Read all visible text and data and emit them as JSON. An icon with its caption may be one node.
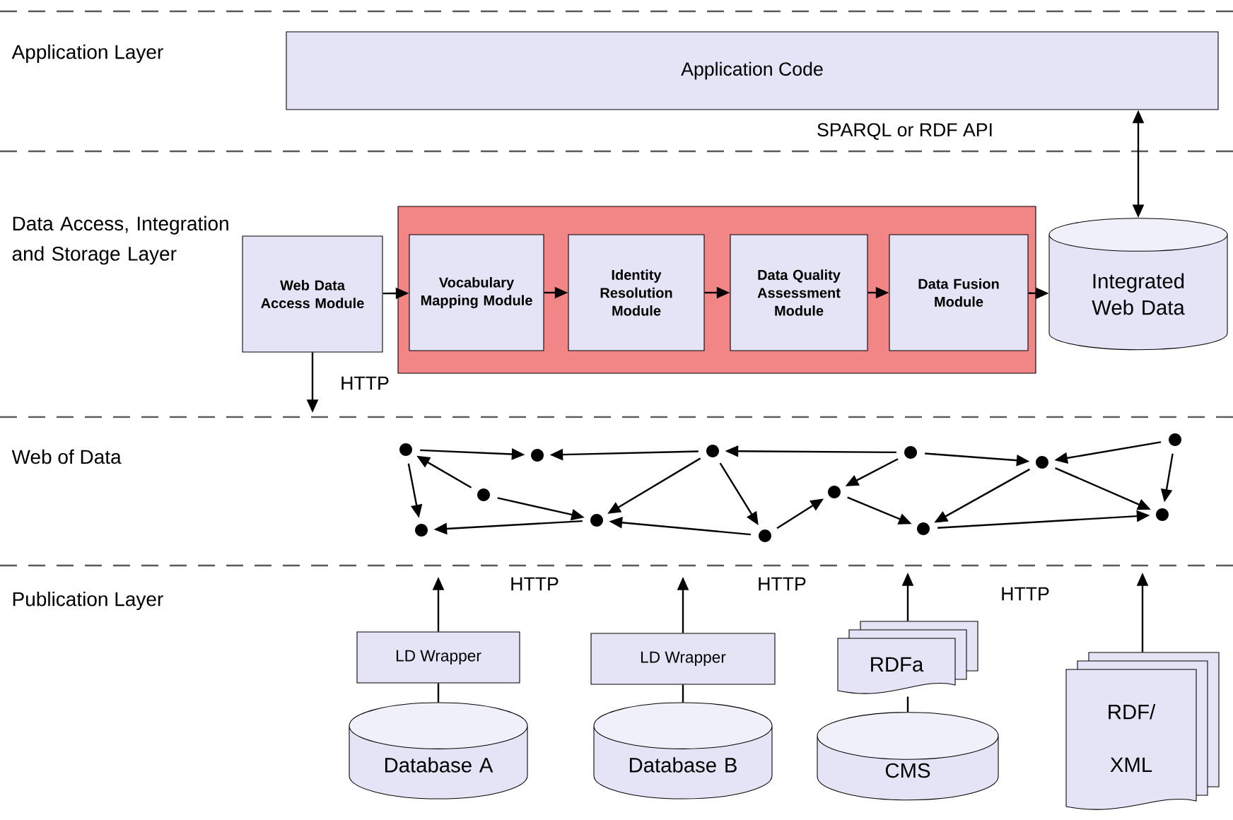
{
  "diagram": {
    "nodes": [
      {
        "text": [
          "Application Code"
        ]
      },
      {
        "text": [
          "Web Data Access Module"
        ]
      },
      {
        "text": [],
        "shape": "box"
      },
      {
        "text": [
          "Vocabulary Mapping Module"
        ],
        "in": 2
      },
      {
        "text": [
          "Identity Resolution Module"
        ],
        "in": 2
      },
      {
        "text": [
          "Data Quality Assessment Module"
        ],
        "in": 2
      },
      {
        "text": [
          "Data Fusion Module"
        ],
        "in": 2
      },
      {
        "text": [
          "Integrated Web Data"
        ]
      },
      {
        "text": [],
        "shape": "circle"
      },
      {
        "text": [],
        "shape": "circle"
      },
      {
        "text": [],
        "shape": "circle"
      },
      {
        "text": [],
        "shape": "circle"
      },
      {
        "text": [],
        "shape": "circle"
      },
      {
        "text": [],
        "shape": "circle"
      },
      {
        "text": [],
        "shape": "circle"
      },
      {
        "text": [],
        "shape": "circle"
      },
      {
        "text": [],
        "shape": "circle"
      },
      {
        "text": [],
        "shape": "circle"
      },
      {
        "text": [],
        "shape": "circle"
      },
      {
        "text": [],
        "shape": "circle"
      },
      {
        "text": [],
        "shape": "circle"
      },
      {
        "text": [
          "LD Wrapper"
        ]
      },
      {
        "text": [
          "Database A"
        ]
      },
      {
        "text": [
          "LD Wrapper"
        ]
      },
      {
        "text": [
          "Database B"
        ]
      },
      {
        "text": [
          "RDFa"
        ]
      },
      {
        "text": [
          "CMS"
        ]
      },
      {
        "text": [
          "RDF/ XML"
        ]
      }
    ],
    "edges": [
      {
        "from": 0,
        "to": 7,
        "arrow": "both"
      },
      {
        "from": 1,
        "to": 3,
        "arrow": "to"
      },
      {
        "from": 3,
        "to": 4,
        "arrow": "to"
      },
      {
        "from": 4,
        "to": 5,
        "arrow": "to"
      },
      {
        "from": 5,
        "to": 6,
        "arrow": "to"
      },
      {
        "from": 6,
        "to": 7,
        "arrow": "to"
      },
      {
        "from": 1,
        "to": null,
        "arrow": "to"
      },
      {
        "from": 8,
        "to": 9,
        "arrow": "to"
      },
      {
        "from": 13,
        "to": 9,
        "arrow": "to"
      },
      {
        "from": 16,
        "to": 13,
        "arrow": "to"
      },
      {
        "from": 8,
        "to": 11,
        "arrow": "to"
      },
      {
        "from": 10,
        "to": 8,
        "arrow": "to"
      },
      {
        "from": 10,
        "to": 12,
        "arrow": "to"
      },
      {
        "from": 13,
        "to": 12,
        "arrow": "to"
      },
      {
        "from": 12,
        "to": 11,
        "arrow": "to"
      },
      {
        "from": 13,
        "to": 14,
        "arrow": "to"
      },
      {
        "from": 14,
        "to": 12,
        "arrow": "to"
      },
      {
        "from": 14,
        "to": 15,
        "arrow": "to"
      },
      {
        "from": 16,
        "to": 15,
        "arrow": "to"
      },
      {
        "from": 15,
        "to": 17,
        "arrow": "to"
      },
      {
        "from": 16,
        "to": 18,
        "arrow": "to"
      },
      {
        "from": 19,
        "to": 18,
        "arrow": "to"
      },
      {
        "from": 19,
        "to": 20,
        "arrow": "to"
      },
      {
        "from": 18,
        "to": 17,
        "arrow": "to"
      },
      {
        "from": 18,
        "to": 20,
        "arrow": "to"
      },
      {
        "from": 17,
        "to": 20,
        "arrow": "to"
      },
      {
        "from": 22,
        "to": 21,
        "arrow": "none"
      },
      {
        "from": 21,
        "to": null,
        "arrow": "to"
      },
      {
        "from": 24,
        "to": 23,
        "arrow": "none"
      },
      {
        "from": 23,
        "to": null,
        "arrow": "to"
      },
      {
        "from": 26,
        "to": 25,
        "arrow": "none"
      },
      {
        "from": 25,
        "to": null,
        "arrow": "to"
      },
      {
        "from": 27,
        "to": null,
        "arrow": "to"
      }
    ],
    "labels": [
      "Application Layer",
      "SPARQL or RDF API",
      "Data Access, Integration and Storage Layer",
      "HTTP",
      "Web of Data",
      "Publication Layer",
      "HTTP",
      "HTTP",
      "HTTP"
    ]
  }
}
